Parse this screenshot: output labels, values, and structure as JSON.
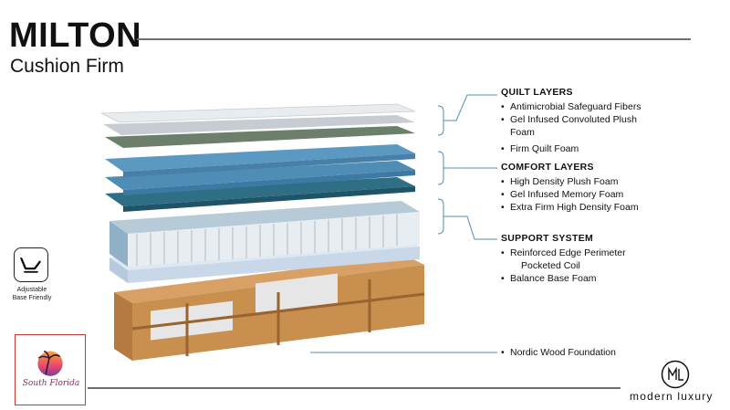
{
  "header": {
    "title": "MILTON",
    "subtitle": "Cushion Firm"
  },
  "sections": [
    {
      "heading": "QUILT LAYERS",
      "items": [
        "Antimicrobial Safeguard Fibers",
        "Gel Infused Convoluted Plush",
        "Foam",
        "Firm Quilt Foam"
      ]
    },
    {
      "heading": "COMFORT LAYERS",
      "items": [
        "High Density Plush Foam",
        "Gel Infused Memory Foam",
        "Extra Firm High Density Foam"
      ]
    },
    {
      "heading": "SUPPORT SYSTEM",
      "items": [
        "Reinforced Edge Perimeter",
        "Pocketed Coil",
        "Balance Base Foam"
      ]
    }
  ],
  "foundation": {
    "label": "Nordic Wood Foundation"
  },
  "badge": {
    "label_line1": "Adjustable",
    "label_line2": "Base Friendly",
    "icon": "adjustable-bed-icon"
  },
  "dealer_logo": {
    "text": "South Florida"
  },
  "brand": {
    "name": "modern luxury",
    "monogram": "ML"
  },
  "colors": {
    "rule": "#6e6e6e",
    "foam_blue": "#4f8db7",
    "foam_teal": "#2f6f86",
    "coil": "#c9d3dc",
    "wood": "#c98f4e"
  }
}
